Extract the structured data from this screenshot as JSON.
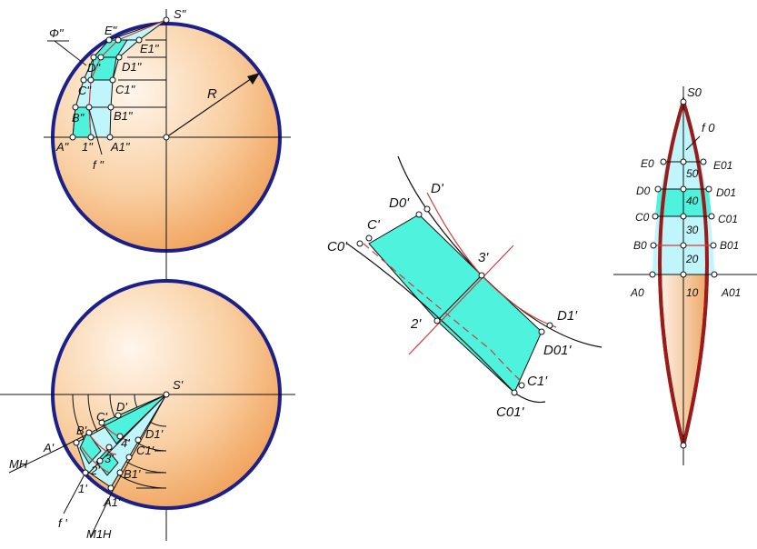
{
  "colors": {
    "sphere_outline": "#1a1f8a",
    "lens_outline": "#9b1a1a",
    "cyan": "#4ff2dc",
    "light_cyan": "#bff5fb",
    "red": "#d23a3a",
    "sphere_light": "#fff3e6",
    "sphere_dark": "#f2a55e"
  },
  "front_view": {
    "apex": "S\"",
    "radius": "R",
    "phi": "Φ\"",
    "axis_f": "f \"",
    "left_points": [
      "A\"",
      "B\"",
      "C\"",
      "D\"",
      "E\""
    ],
    "right_points": [
      "A1\"",
      "B1\"",
      "C1\"",
      "D1\"",
      "E1\""
    ],
    "mid": "1\""
  },
  "top_view": {
    "apex": "S'",
    "left_points": [
      "A'",
      "B'",
      "C'",
      "D'"
    ],
    "right_points": [
      "A1'",
      "B1'",
      "C1'",
      "D1'"
    ],
    "mid_points": [
      "1'",
      "2'",
      "3'",
      "4'"
    ],
    "axis_f": "f '",
    "mh": "MH",
    "m1h": "M1H"
  },
  "middle_view": {
    "labels": [
      "C0'",
      "C'",
      "D0'",
      "D'",
      "3'",
      "2'",
      "D1'",
      "D01'",
      "C1'",
      "C01'"
    ]
  },
  "development": {
    "top": "S0",
    "axis_f": "f 0",
    "left": [
      "A0",
      "B0",
      "C0",
      "D0",
      "E0"
    ],
    "right": [
      "A01",
      "B01",
      "C01",
      "D01",
      "E01"
    ],
    "mid": [
      "10",
      "20",
      "30",
      "40",
      "50"
    ]
  }
}
